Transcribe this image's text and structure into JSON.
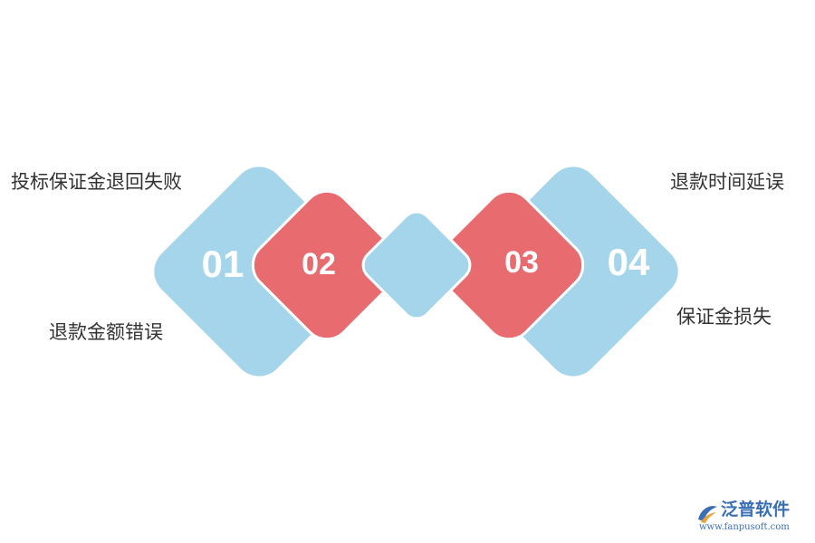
{
  "items": [
    {
      "number": "01",
      "label": "投标保证金退回失败"
    },
    {
      "number": "02",
      "label": "退款金额错误"
    },
    {
      "number": "03",
      "label": "退款时间延误"
    },
    {
      "number": "04",
      "label": "保证金损失"
    }
  ],
  "logo": {
    "name": "泛普软件",
    "url": "www.fanpusoft.com"
  },
  "colors": {
    "blue": "#a5d5ea",
    "red": "#e86b70",
    "text": "#333333",
    "logo": "#3a6fb5"
  }
}
